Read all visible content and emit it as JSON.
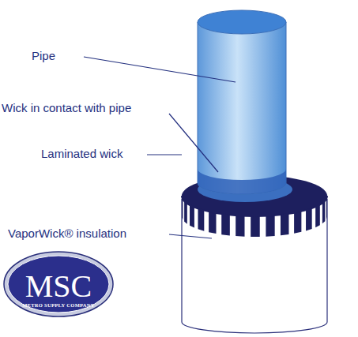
{
  "diagram": {
    "nodes": [
      {
        "text": [
          "MSC",
          "METRO SUPPLY COMPANY"
        ]
      }
    ],
    "labels": [
      "Pipe",
      "Wick in contact with pipe",
      "Laminated wick",
      "VaporWick® insulation"
    ]
  }
}
